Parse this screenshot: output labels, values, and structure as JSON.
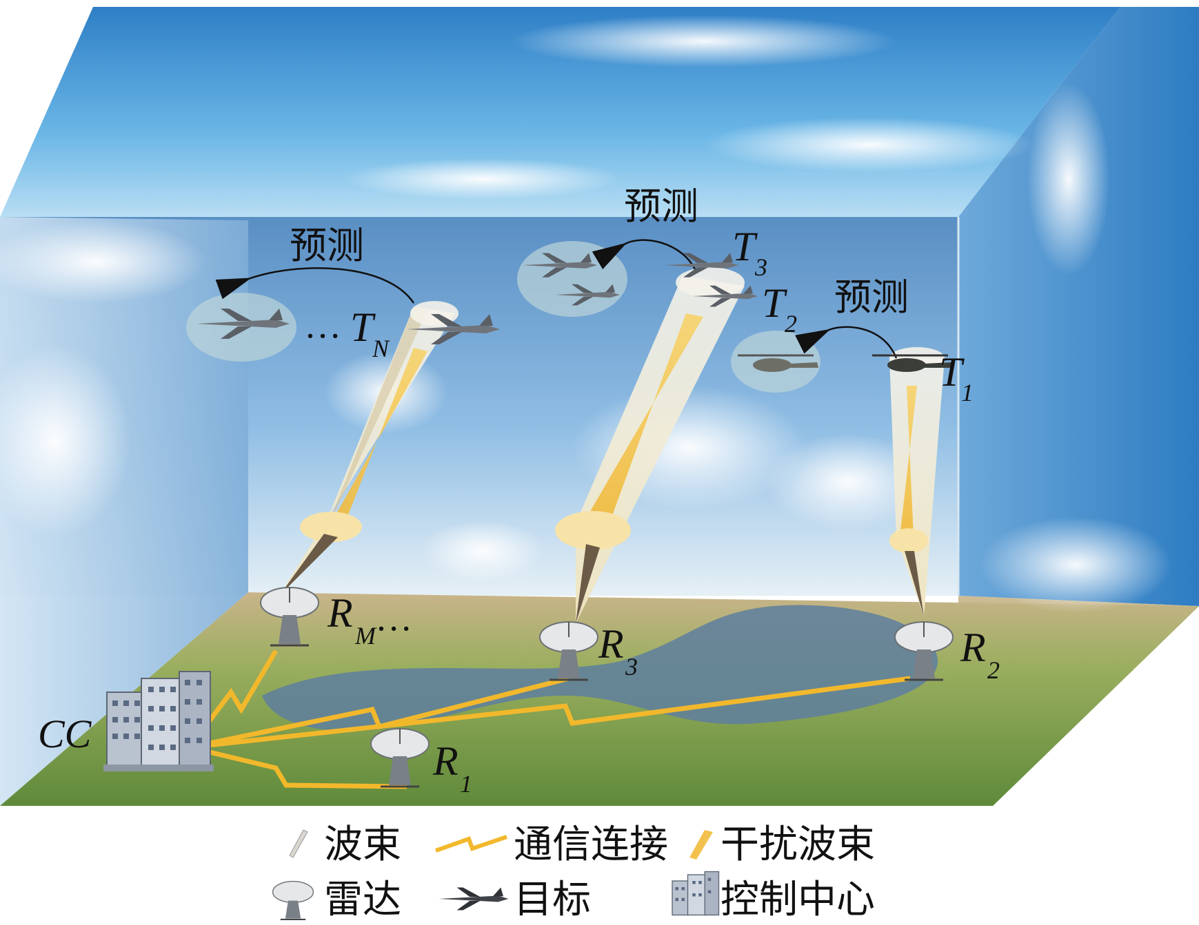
{
  "colors": {
    "sky_top": "#3f8fd0",
    "sky_light": "#cfe6f5",
    "ground_green": "#8aa456",
    "river": "#5a7a9a",
    "beam": "#e8e6dc",
    "jam_beam": "#f5c75a",
    "comm_link": "#f2b82c",
    "label": "#111111"
  },
  "labels": {
    "predict": "预测",
    "cc": "CC",
    "ellipsis": "…",
    "targets": [
      {
        "base": "T",
        "sub": "N"
      },
      {
        "base": "T",
        "sub": "3"
      },
      {
        "base": "T",
        "sub": "2"
      },
      {
        "base": "T",
        "sub": "1"
      }
    ],
    "radars": [
      {
        "base": "R",
        "sub": "M"
      },
      {
        "base": "R",
        "sub": "3"
      },
      {
        "base": "R",
        "sub": "2"
      },
      {
        "base": "R",
        "sub": "1"
      }
    ]
  },
  "legend": {
    "beam": "波束",
    "comm": "通信连接",
    "jam": "干扰波束",
    "radar": "雷达",
    "target": "目标",
    "control": "控制中心"
  },
  "icons": [
    "beam-icon",
    "comm-link-icon",
    "jam-beam-icon",
    "radar-icon",
    "aircraft-icon",
    "building-icon"
  ]
}
